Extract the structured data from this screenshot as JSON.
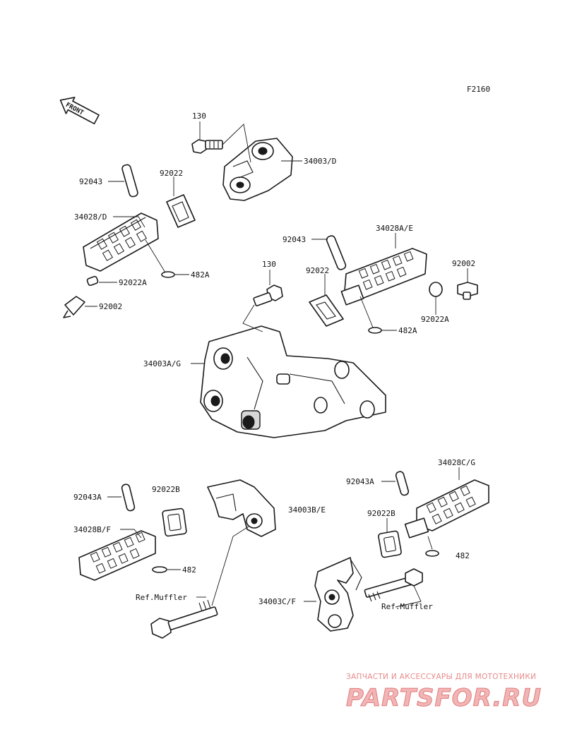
{
  "diagram": {
    "figure_code": "F2160",
    "front_label": "FRONT",
    "labels": {
      "l130_top": "130",
      "l34003_d": "34003/D",
      "l92022_top": "92022",
      "l92043_top": "92043",
      "l34028_d": "34028/D",
      "l482a_left": "482A",
      "l92022a_left": "92022A",
      "l92002_left": "92002",
      "l130_mid": "130",
      "l92043_right": "92043",
      "l34028_ae": "34028A/E",
      "l92022_right": "92022",
      "l92002_right": "92002",
      "l92022a_right": "92022A",
      "l482a_right": "482A",
      "l34003_ag": "34003A/G",
      "l92043a_left": "92043A",
      "l92022b_left": "92022B",
      "l34003_be": "34003B/E",
      "l34028_bf": "34028B/F",
      "l482_left": "482",
      "l92043a_right": "92043A",
      "l34028_cg": "34028C/G",
      "l92022b_right": "92022B",
      "l482_right": "482",
      "l34003_cf": "34003C/F",
      "l_ref_muffler_left": "Ref.Muffler",
      "l_ref_muffler_right": "Ref.Muffler"
    }
  },
  "watermark": {
    "caption": "ЗАПЧАСТИ И АКСЕССУАРЫ ДЛЯ МОТОТЕХНИКИ",
    "brand": "PARTSFOR.RU",
    "color": "#e07b7b"
  }
}
